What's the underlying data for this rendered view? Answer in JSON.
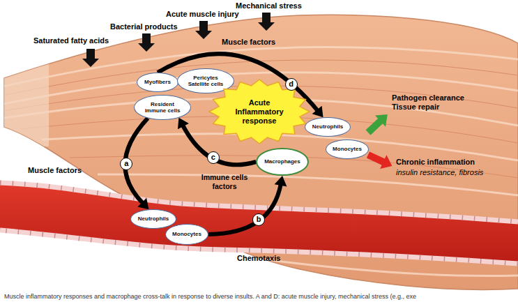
{
  "diagram": {
    "caption": "Muscle inflammatory responses and macrophage cross-talk in response to diverse insults. A and D: acute muscle injury, mechanical stress (e.g., exe",
    "nodes": [
      {
        "text": [
          "Myofibers"
        ]
      },
      {
        "text": [
          "Pericytes Satellite cells"
        ]
      },
      {
        "text": [
          "Resident immune cells"
        ]
      },
      {
        "text": [
          "Acute Inflammatory response"
        ]
      },
      {
        "text": [
          "Neutrophils"
        ]
      },
      {
        "text": [
          "Monocytes"
        ]
      },
      {
        "text": [
          "Macrophages"
        ]
      },
      {
        "text": [
          "Neutrophils"
        ]
      },
      {
        "text": [
          "Monocytes"
        ]
      }
    ],
    "edges": [
      {
        "from": 2,
        "to": 7,
        "arrow": "to",
        "label": "a"
      },
      {
        "from": 8,
        "to": 6,
        "arrow": "to",
        "label": "b"
      },
      {
        "from": 6,
        "to": 2,
        "arrow": "to",
        "label": "c"
      },
      {
        "from": 0,
        "to": 4,
        "arrow": "to",
        "label": "d"
      }
    ],
    "labels": [
      "Saturated fatty acids",
      "Bacterial products",
      "Acute muscle injury",
      "Mechanical stress",
      "Muscle factors",
      "Muscle factors",
      "Immune cells factors",
      "Chemotaxis",
      "Pathogen clearance Tissue repair",
      "Chronic inflammation",
      "insulin resistance, fibrosis"
    ]
  }
}
